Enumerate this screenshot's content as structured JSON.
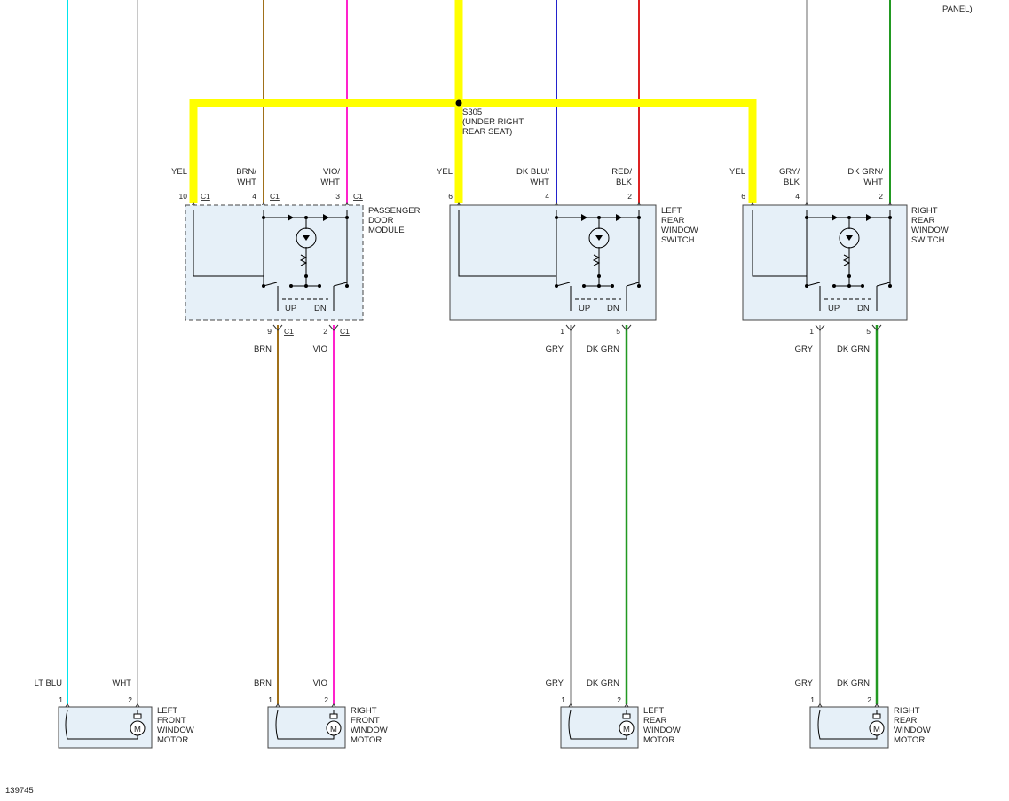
{
  "diagram_id": "139745",
  "partial_label": "PANEL)",
  "splice": {
    "id": "S305",
    "line1": "(UNDER RIGHT",
    "line2": "REAR SEAT)"
  },
  "colors": {
    "lt_blu": "#00e5ee",
    "wht": "#c8c8c8",
    "brn": "#a0701a",
    "vio": "#ff22cc",
    "yel": "#ffff00",
    "dk_blu": "#2222cc",
    "red": "#dd2222",
    "gry": "#b4b4b4",
    "dk_grn": "#229922",
    "module_fill": "#e6f0f8"
  },
  "modules": {
    "pdm": {
      "name": [
        "PASSENGER",
        "DOOR",
        "MODULE"
      ],
      "connector": "C1",
      "top_pins": [
        {
          "wire": [
            "YEL"
          ],
          "pin": "10"
        },
        {
          "wire": [
            "BRN/",
            "WHT"
          ],
          "pin": "4"
        },
        {
          "wire": [
            "VIO/",
            "WHT"
          ],
          "pin": "3"
        }
      ],
      "bottom_pins": [
        {
          "wire": "BRN",
          "pin": "9"
        },
        {
          "wire": "VIO",
          "pin": "2"
        }
      ],
      "up": "UP",
      "dn": "DN"
    },
    "lrs": {
      "name": [
        "LEFT",
        "REAR",
        "WINDOW",
        "SWITCH"
      ],
      "top_pins": [
        {
          "wire": [
            "YEL"
          ],
          "pin": "6"
        },
        {
          "wire": [
            "DK BLU/",
            "WHT"
          ],
          "pin": "4"
        },
        {
          "wire": [
            "RED/",
            "BLK"
          ],
          "pin": "2"
        }
      ],
      "bottom_pins": [
        {
          "wire": "GRY",
          "pin": "1"
        },
        {
          "wire": "DK GRN",
          "pin": "5"
        }
      ],
      "up": "UP",
      "dn": "DN"
    },
    "rrs": {
      "name": [
        "RIGHT",
        "REAR",
        "WINDOW",
        "SWITCH"
      ],
      "top_pins": [
        {
          "wire": [
            "YEL"
          ],
          "pin": "6"
        },
        {
          "wire": [
            "GRY/",
            "BLK"
          ],
          "pin": "4"
        },
        {
          "wire": [
            "DK GRN/",
            "WHT"
          ],
          "pin": "2"
        }
      ],
      "bottom_pins": [
        {
          "wire": "GRY",
          "pin": "1"
        },
        {
          "wire": "DK GRN",
          "pin": "5"
        }
      ],
      "up": "UP",
      "dn": "DN"
    }
  },
  "motors": [
    {
      "name": [
        "LEFT",
        "FRONT",
        "WINDOW",
        "MOTOR"
      ],
      "symbol": "M",
      "pins": [
        {
          "wire": "LT BLU",
          "pin": "1"
        },
        {
          "wire": "WHT",
          "pin": "2"
        }
      ]
    },
    {
      "name": [
        "RIGHT",
        "FRONT",
        "WINDOW",
        "MOTOR"
      ],
      "symbol": "M",
      "pins": [
        {
          "wire": "BRN",
          "pin": "1"
        },
        {
          "wire": "VIO",
          "pin": "2"
        }
      ]
    },
    {
      "name": [
        "LEFT",
        "REAR",
        "WINDOW",
        "MOTOR"
      ],
      "symbol": "M",
      "pins": [
        {
          "wire": "GRY",
          "pin": "1"
        },
        {
          "wire": "DK GRN",
          "pin": "2"
        }
      ]
    },
    {
      "name": [
        "RIGHT",
        "REAR",
        "WINDOW",
        "MOTOR"
      ],
      "symbol": "M",
      "pins": [
        {
          "wire": "GRY",
          "pin": "1"
        },
        {
          "wire": "DK GRN",
          "pin": "2"
        }
      ]
    }
  ]
}
